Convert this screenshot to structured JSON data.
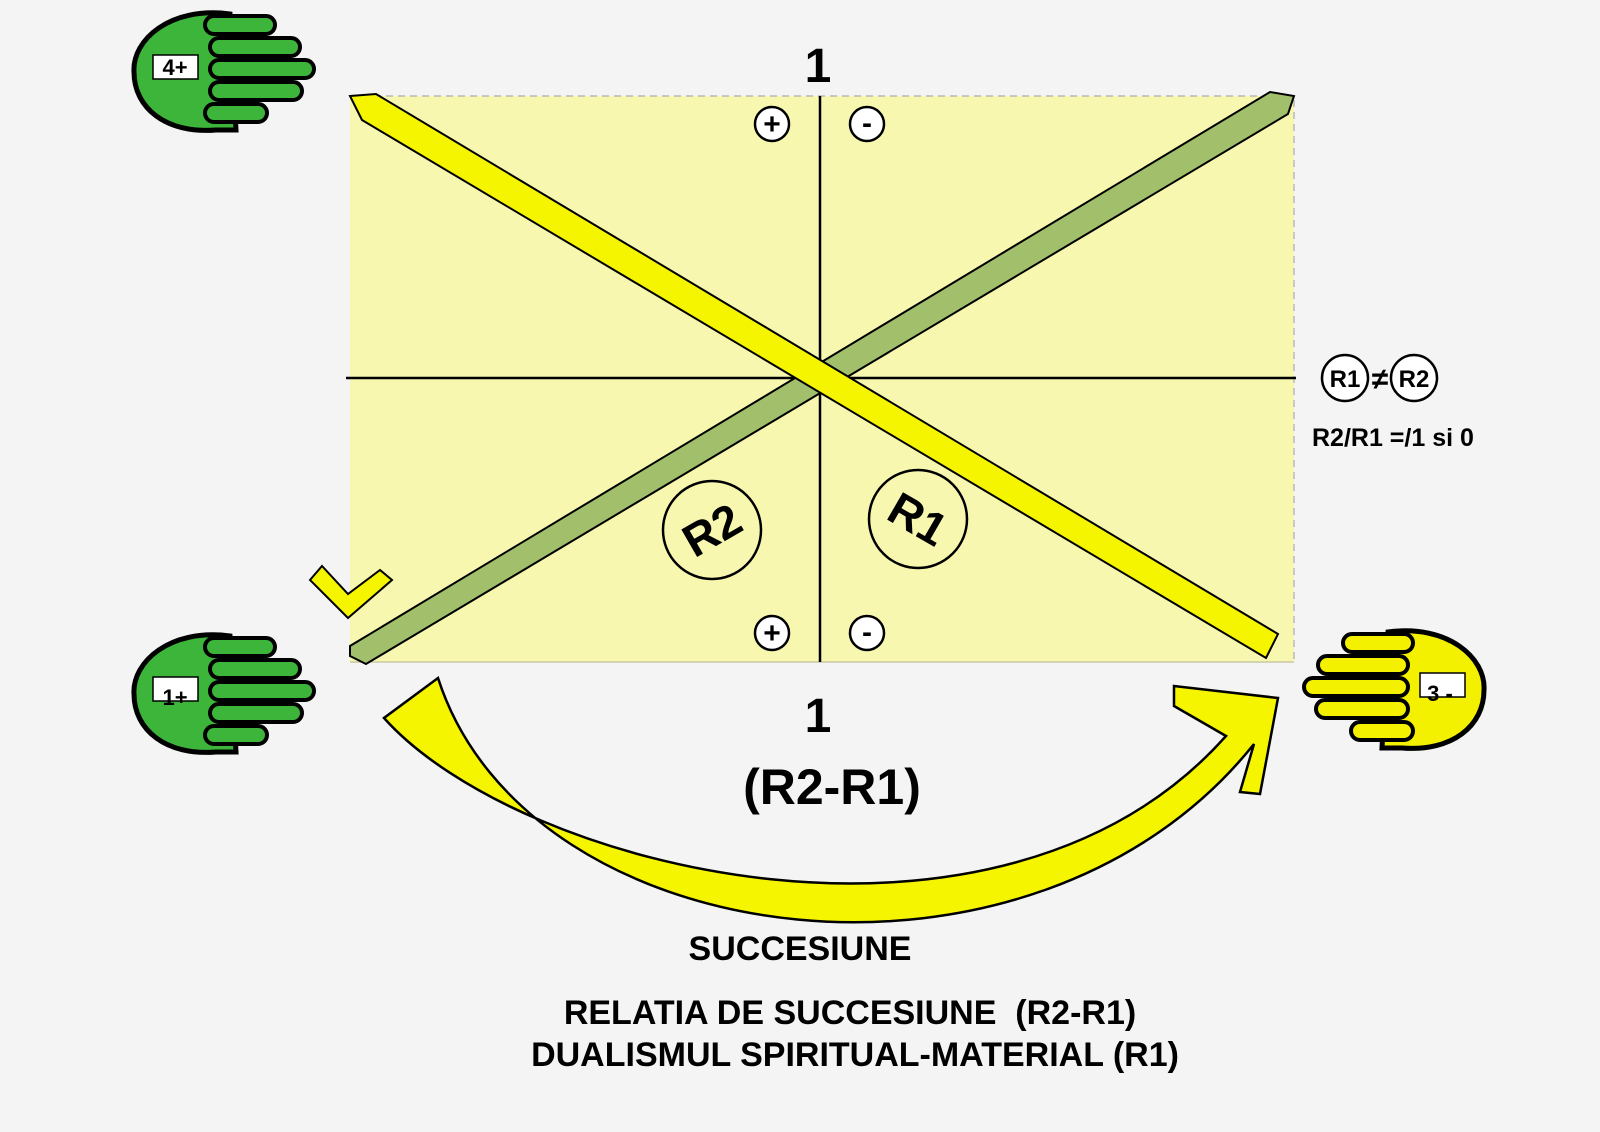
{
  "diagram": {
    "top_label": "1",
    "bottom_label": "1",
    "relation_label": "(R2-R1)",
    "region_r2": "R2",
    "region_r1": "R1",
    "plus_sign": "+",
    "minus_sign": "-",
    "neq_r1": "R1",
    "neq_sign": "≠",
    "neq_r2": "R2",
    "ratio_note": "R2/R1 =/1 si 0",
    "hand_top_left": "4+",
    "hand_bottom_left": "1+",
    "hand_right": "3 -",
    "arc_label": "SUCCESIUNE",
    "caption_line1": "RELATIA DE SUCCESIUNE  (R2-R1)",
    "caption_line2": "DUALISMUL SPIRITUAL-MATERIAL (R1)"
  },
  "colors": {
    "background": "#f4f4f4",
    "panel_fill": "#f7f7b0",
    "yellow": "#f5f500",
    "olive": "#a2c06c",
    "hand_green": "#3db53a",
    "hand_yellow": "#f3f000"
  }
}
